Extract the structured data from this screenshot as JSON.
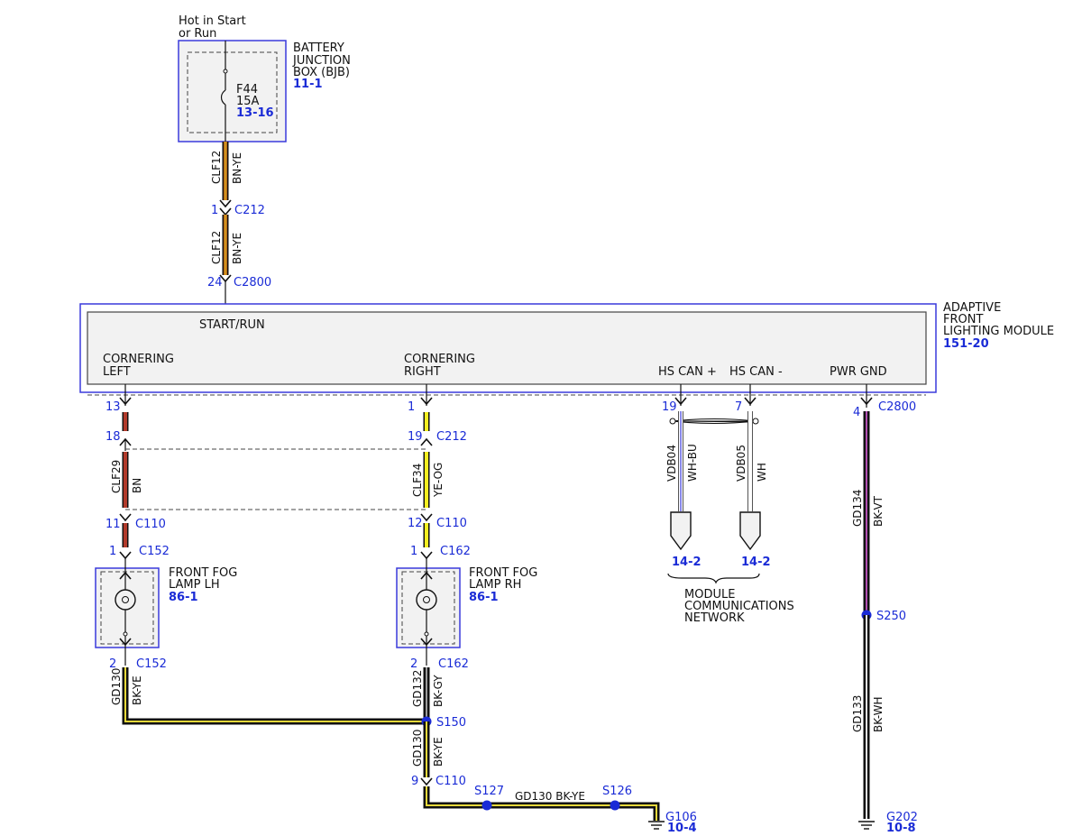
{
  "bjb": {
    "supply_line1": "Hot in Start",
    "supply_line2": "or Run",
    "name_line1": "BATTERY",
    "name_line2": "JUNCTION",
    "name_line3": "BOX (BJB)",
    "ref": "11-1",
    "fuse_name": "F44",
    "fuse_rating": "15A",
    "fuse_ref": "13-16"
  },
  "wires": {
    "clf12_upper": {
      "circuit": "CLF12",
      "color": "BN-YE"
    },
    "clf12_lower": {
      "circuit": "CLF12",
      "color": "BN-YE"
    },
    "clf29": {
      "circuit": "CLF29",
      "color": "BN"
    },
    "clf34": {
      "circuit": "CLF34",
      "color": "YE-OG"
    },
    "vdb04": {
      "circuit": "VDB04",
      "color": "WH-BU"
    },
    "vdb05": {
      "circuit": "VDB05",
      "color": "WH"
    },
    "gd134": {
      "circuit": "GD134",
      "color": "BK-VT"
    },
    "gd133": {
      "circuit": "GD133",
      "color": "BK-WH"
    },
    "gd130_left": {
      "circuit": "GD130",
      "color": "BK-YE"
    },
    "gd132": {
      "circuit": "GD132",
      "color": "BK-GY"
    },
    "gd130_center": {
      "circuit": "GD130",
      "color": "BK-YE"
    },
    "gd130_bottom": "GD130 BK-YE"
  },
  "connectors": {
    "c212_top": {
      "pin": "1",
      "name": "C212"
    },
    "c2800_top": {
      "pin": "24",
      "name": "C2800"
    },
    "left_13": {
      "pin": "13"
    },
    "left_18": {
      "pin": "18"
    },
    "left_c110": {
      "pin": "11",
      "name": "C110"
    },
    "left_c152": {
      "pin": "1",
      "name": "C152"
    },
    "right_1": {
      "pin": "1"
    },
    "right_c212": {
      "pin": "19",
      "name": "C212"
    },
    "right_c110": {
      "pin": "12",
      "name": "C110"
    },
    "right_c162": {
      "pin": "1",
      "name": "C162"
    },
    "can_19": {
      "pin": "19"
    },
    "can_7": {
      "pin": "7"
    },
    "gnd_c2800": {
      "pin": "4",
      "name": "C2800"
    },
    "left_c152_bottom": {
      "pin": "2",
      "name": "C152"
    },
    "right_c162_bottom": {
      "pin": "2",
      "name": "C162"
    },
    "center_c110_bottom": {
      "pin": "9",
      "name": "C110"
    }
  },
  "module": {
    "name_line1": "ADAPTIVE",
    "name_line2": "FRONT",
    "name_line3": "LIGHTING MODULE",
    "ref": "151-20",
    "start_run": "START/RUN",
    "cornering_left_1": "CORNERING",
    "cornering_left_2": "LEFT",
    "cornering_right_1": "CORNERING",
    "cornering_right_2": "RIGHT",
    "hs_can_plus": "HS CAN +",
    "hs_can_minus": "HS CAN -",
    "pwr_gnd": "PWR GND"
  },
  "lamps": {
    "lh_line1": "FRONT FOG",
    "lh_line2": "LAMP LH",
    "lh_ref": "86-1",
    "rh_line1": "FRONT FOG",
    "rh_line2": "LAMP RH",
    "rh_ref": "86-1"
  },
  "network": {
    "ref_left": "14-2",
    "ref_right": "14-2",
    "line1": "MODULE",
    "line2": "COMMUNICATIONS",
    "line3": "NETWORK"
  },
  "splices": {
    "s250": "S250",
    "s150": "S150",
    "s127": "S127",
    "s126": "S126"
  },
  "grounds": {
    "g106": "G106",
    "g106_ref": "10-4",
    "g202": "G202",
    "g202_ref": "10-8"
  }
}
